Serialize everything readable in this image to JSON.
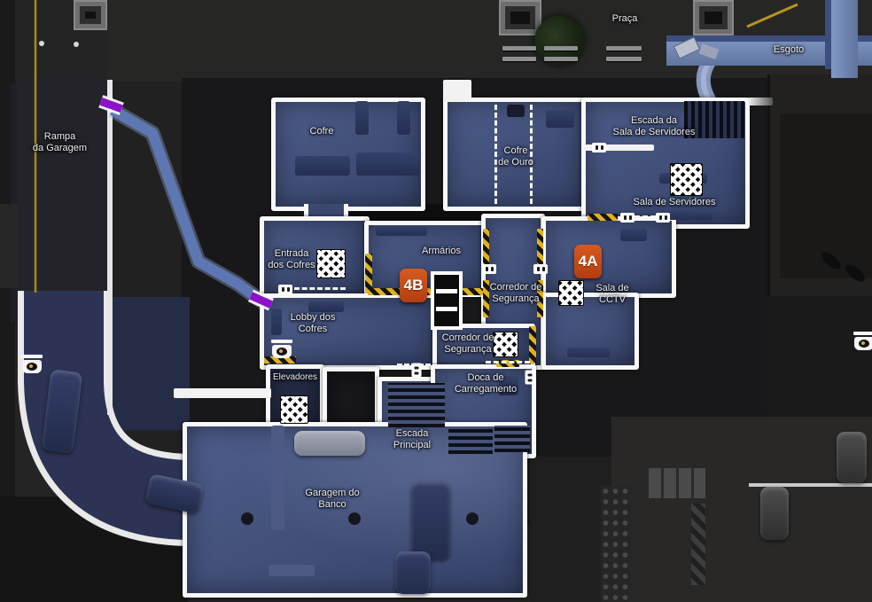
{
  "map_name": "bank-basement-blueprint",
  "colors": {
    "room_blue": "#404e78",
    "wall_white": "#f8f8f8",
    "hazard_yellow": "#e0b11f",
    "objective_orange": "#c6521b",
    "ramp_purple": "#8d12c9",
    "sewer_blue": "#8298c6",
    "background_dark": "#212121"
  },
  "icons": {
    "hatch": "destructible-hatch-lattice",
    "camera": "security-camera-eye",
    "door": "doorway-marker",
    "ramp_marker": "ramp-connector-purple",
    "ladder": "ladder-hatch"
  },
  "badges": {
    "a": "4A",
    "b": "4B"
  },
  "labels": {
    "praca": "Praça",
    "esgoto": "Esgoto",
    "rampa": "Rampa\nda Garagem",
    "cofre": "Cofre",
    "cofre_ouro": "Cofre\nde Ouro",
    "escada_servidores": "Escada da\nSala de Servidores",
    "sala_servidores": "Sala de Servidores",
    "entrada_cofres": "Entrada\ndos Cofres",
    "armarios": "Armários",
    "corredor_seguranca_1": "Corredor de\nSegurança",
    "sala_cctv": "Sala de\nCCTV",
    "lobby_cofres": "Lobby dos\nCofres",
    "corredor_seguranca_2": "Corredor de\nSegurança",
    "elevadores": "Elevadores",
    "doca": "Doca de\nCarregamento",
    "escada_principal": "Escada\nPrincipal",
    "garagem": "Garagem do\nBanco"
  }
}
